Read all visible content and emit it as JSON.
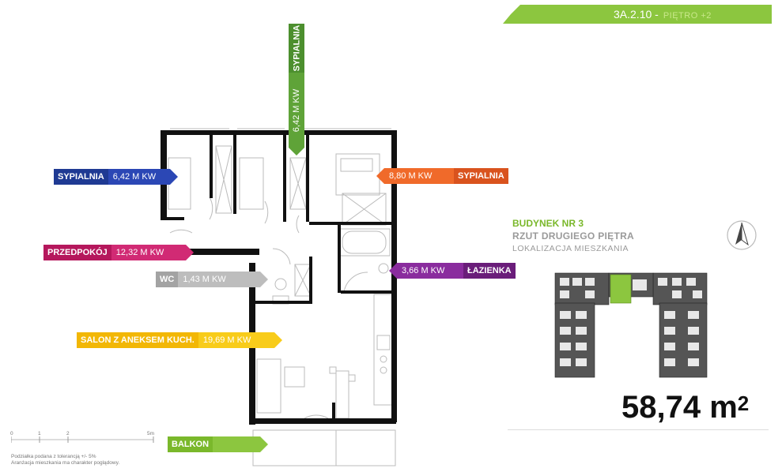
{
  "header": {
    "code": "3A.2.10 -",
    "floor": "PIĘTRO +2",
    "color": "#8cc63f"
  },
  "info": {
    "building": "BUDYNEK NR 3",
    "plan": "RZUT DRUGIEGO PIĘTRA",
    "location": "LOKALIZACJA MIESZKANIA",
    "total_area": "58,74 m",
    "total_area_sup": "2"
  },
  "rooms": {
    "sypialnia_left": {
      "name": "SYPIALNIA",
      "area": "6,42 M KW",
      "color": "#1f3a93",
      "color2": "#2b47b5"
    },
    "sypialnia_top": {
      "name": "SYPIALNIA",
      "area": "6,42 M KW",
      "color": "#4c8f2e",
      "color2": "#5fa338"
    },
    "sypialnia_right": {
      "name": "SYPIALNIA",
      "area": "8,80 M KW",
      "color": "#d9531e",
      "color2": "#f06a2a"
    },
    "przedpokoj": {
      "name": "PRZEDPOKÓJ",
      "area": "12,32 M KW",
      "color": "#b5175c",
      "color2": "#d12a74"
    },
    "wc": {
      "name": "WC",
      "area": "1,43 M KW",
      "color": "#a3a3a3",
      "color2": "#bdbdbd"
    },
    "lazienka": {
      "name": "ŁAZIENKA",
      "area": "3,66 M KW",
      "color": "#6a1d7a",
      "color2": "#8a2c9e"
    },
    "salon": {
      "name": "SALON Z ANEKSEM KUCH.",
      "area": "19,69 M KW",
      "color": "#f2b705",
      "color2": "#f8cc1a"
    },
    "balkon": {
      "name": "BALKON",
      "color": "#7ab82b",
      "color2": "#8cc63f"
    }
  },
  "scale": {
    "ticks": [
      "0",
      "1",
      "2",
      "5m"
    ]
  },
  "notes": [
    "Podziałka podana z tolerancją +/- 5%",
    "Aranżacja mieszkania ma charakter poglądowy."
  ]
}
